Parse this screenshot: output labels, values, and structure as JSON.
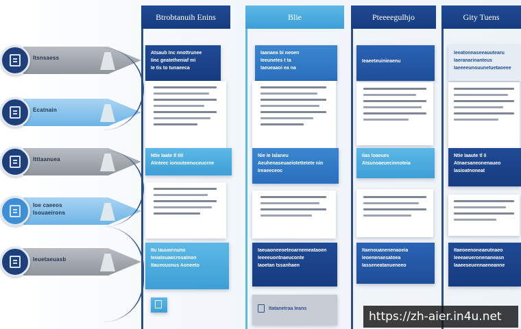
{
  "rows": [
    {
      "label": "Itsnsaess",
      "style": "gray"
    },
    {
      "label": "Ecatnain",
      "style": "blue"
    },
    {
      "label": "Itttaanuea",
      "style": "gray"
    },
    {
      "label": "Ioe caeeos\nIsouaeirons",
      "style": "blue"
    },
    {
      "label": "Ieuetaeuasb",
      "style": "gray"
    }
  ],
  "columns": [
    {
      "title": "Btrobtanuih Enins",
      "top_band": [
        "Atsaub Inc nnottrunee",
        "Iinc geatetheniaf mi",
        "Ie tis to tunaeeca"
      ],
      "mid_band": [
        "Ntie   Iaate tl  Iiti",
        "Atnteec ionouteenoceucrne"
      ],
      "bottom_band": [
        "Itu   Iauuonnuno",
        "Ieoatouaecrosatnon",
        "Itaueousnus Aoneeto"
      ]
    },
    {
      "title": "Blie",
      "top_band": [
        "Iaanaea bi neoen",
        "Ieeunetes t ta",
        "Iaeueaaoi  ea  na"
      ],
      "mid_band": [
        "Nie   Ie   Ialaneu",
        "Aeuhenaseuaeiotettetete nin",
        "Ireaeeceoc"
      ],
      "bottom_band": [
        "Iaeuaoneeoeteoarnemeataoen",
        "Ieeeeuontnaeuconte",
        "Iaoetan tssanhaen"
      ],
      "footer": "Itatanetraa Ieans"
    },
    {
      "title": "Pteeeegulhjo",
      "top_band": [
        "Ieaeeteuinieaenu"
      ],
      "mid_band": [
        "Iias   Ioaeues",
        "Atsunoaeuecinnoteia"
      ],
      "bottom_band": [
        "Itaenouanenenaoeia",
        "Ieoenenaesatoea",
        "Iasseneatanueneeo"
      ]
    },
    {
      "title": "Gity Tuens",
      "top_band": [
        "Ieeatonnaseeauutearu",
        "Iaeranarinanteus",
        "Iaeeeeunouunetuetaoeee"
      ],
      "mid_band": [
        "Ntie   Iaaute tl  Ii",
        "Atnaesaneonenaueo",
        "Iasioatnoneat"
      ],
      "bottom_band": [
        "Itaeoeenoneaeutnaeo",
        "Ieeeaeueronenaneasn",
        "Iaaeeseuennaeneanne"
      ]
    }
  ],
  "watermark": "https://zh-aier.in4u.net"
}
